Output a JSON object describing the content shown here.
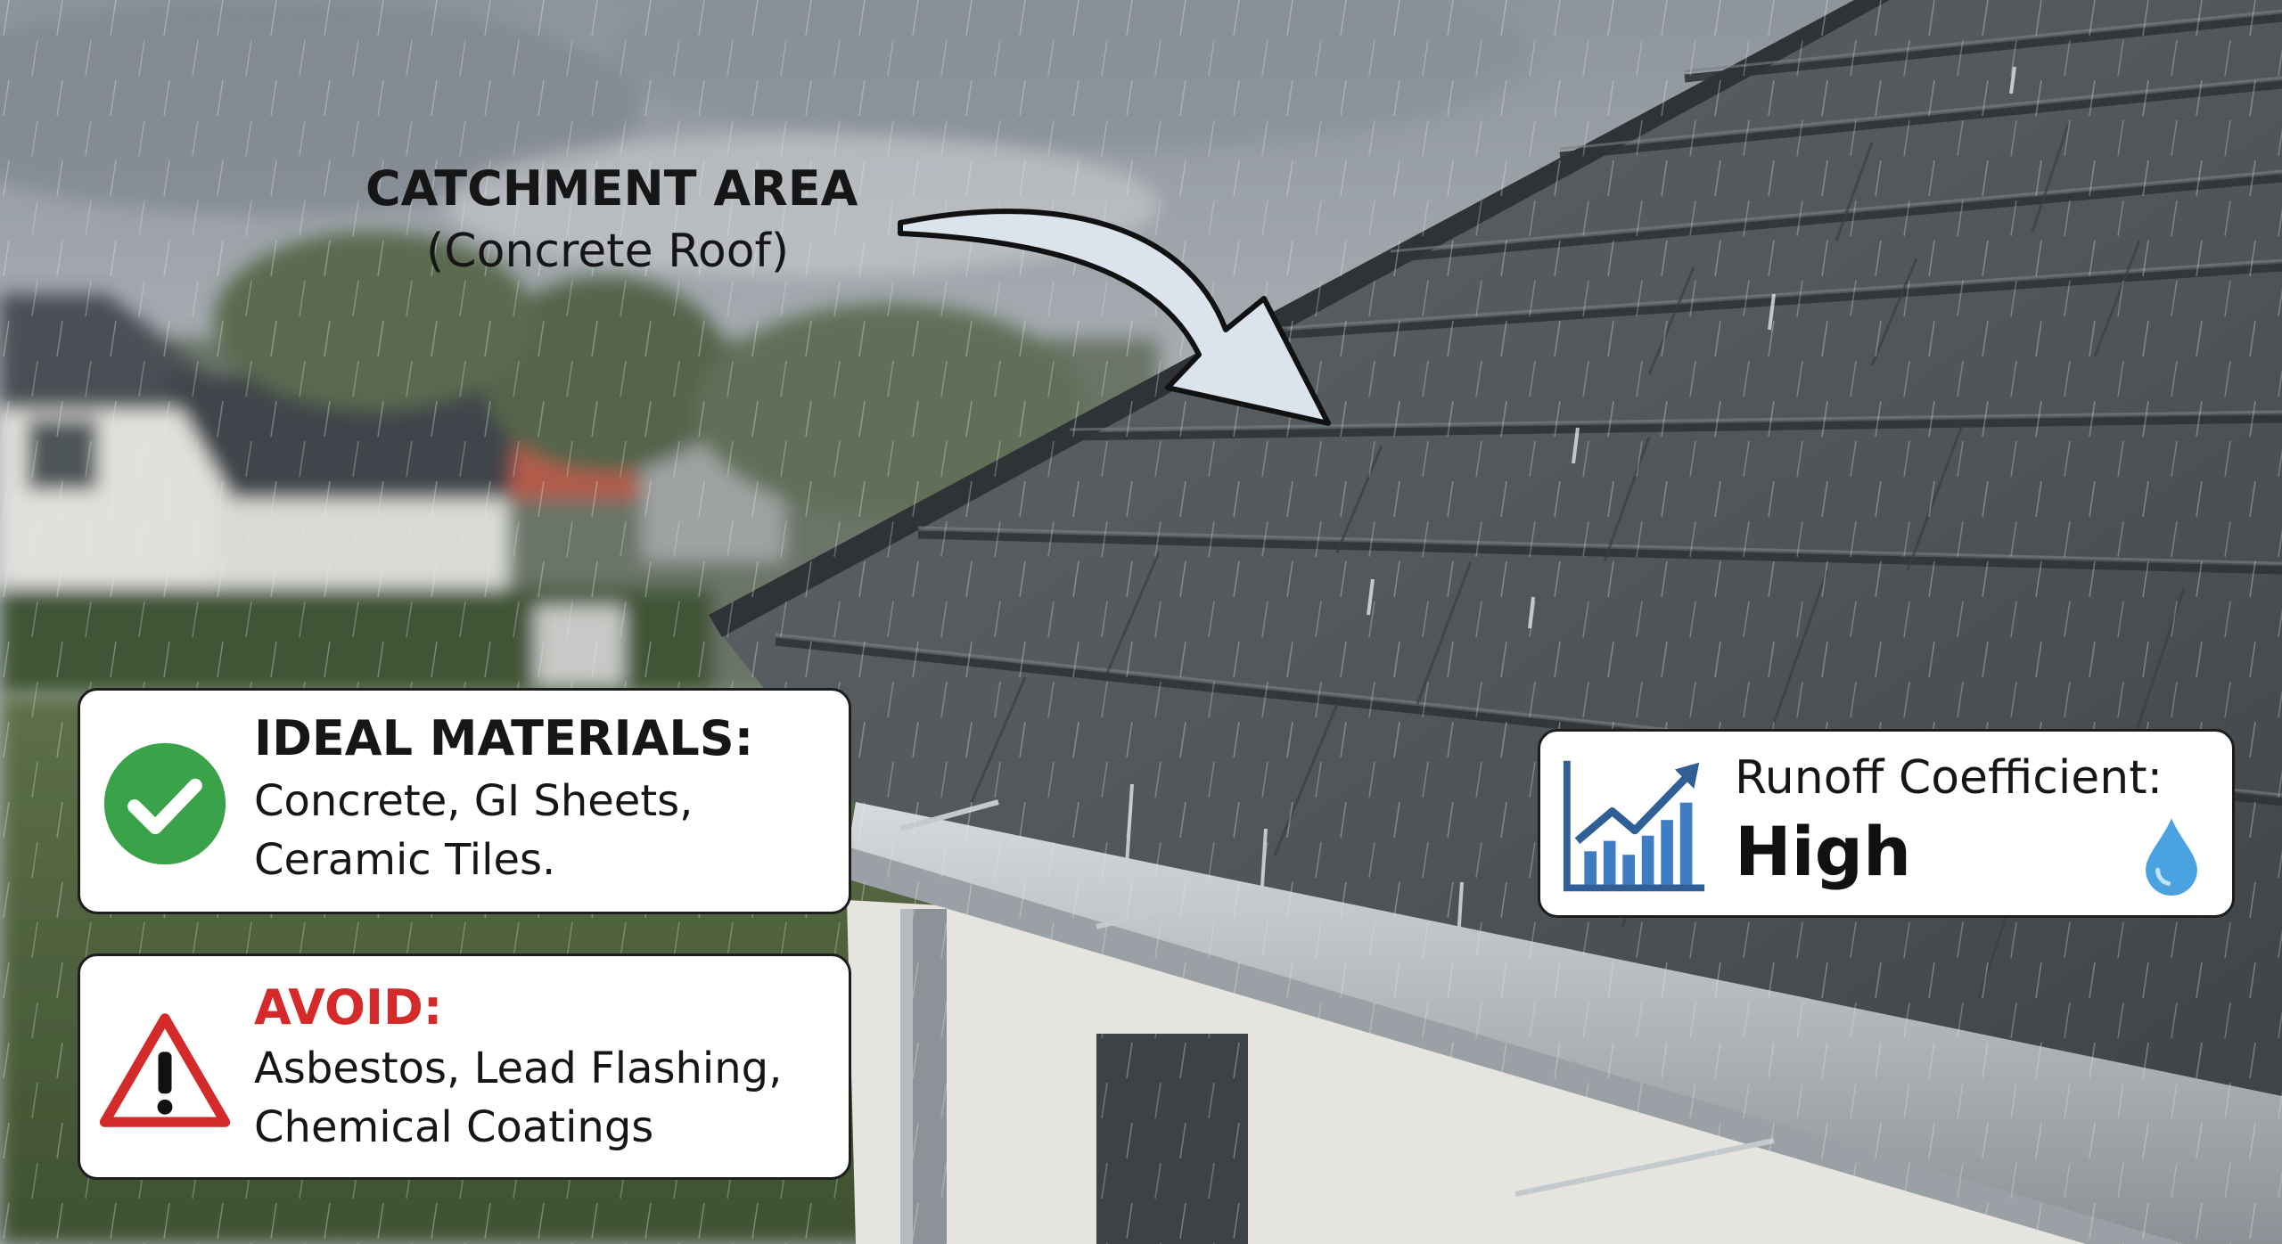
{
  "catchment": {
    "title": "CATCHMENT AREA",
    "subtitle": "(Concrete Roof)"
  },
  "ideal": {
    "heading": "IDEAL MATERIALS:",
    "lines": [
      "Concrete, GI Sheets,",
      "Ceramic Tiles."
    ],
    "icon": "check-circle-icon"
  },
  "avoid": {
    "heading": "AVOID:",
    "lines": [
      "Asbestos, Lead Flashing,",
      "Chemical Coatings"
    ],
    "icon": "warning-triangle-icon"
  },
  "runoff": {
    "label": "Runoff Coefficient:",
    "value": "High",
    "icons": [
      "rising-chart-icon",
      "water-drop-icon"
    ]
  },
  "colors": {
    "ideal_heading": "#161616",
    "avoid_heading": "#d42a2a",
    "check_green": "#3aa34a",
    "chart_blue": "#3e7cc4",
    "drop_blue": "#4aa3e0"
  }
}
